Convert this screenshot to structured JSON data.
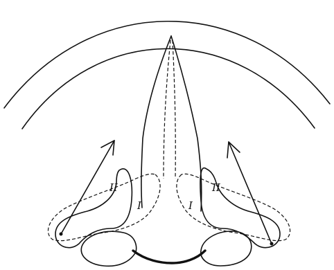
{
  "labels": {
    "left_outer": "II",
    "left_inner": "I",
    "right_inner": "I",
    "right_outer": "II"
  },
  "colors": {
    "ink": "#111111",
    "background": "#ffffff"
  }
}
